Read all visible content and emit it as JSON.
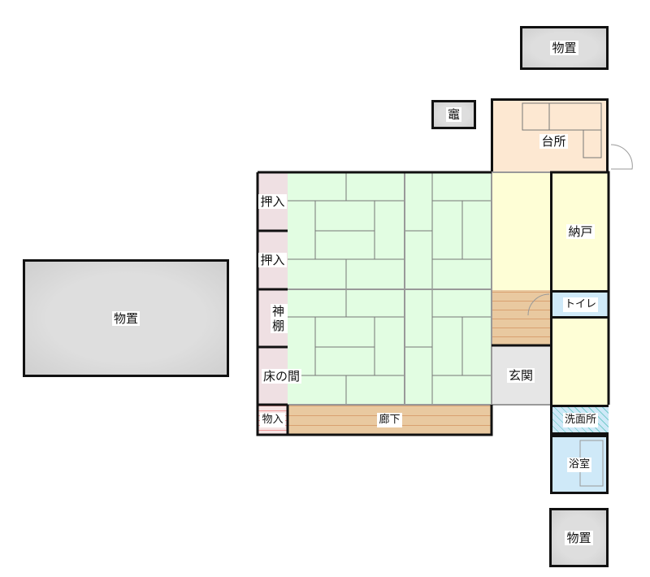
{
  "rooms": {
    "storage_top": "物置",
    "kamado": "竈",
    "kitchen": "台所",
    "closet1": "押入",
    "closet2": "押入",
    "kamidana": "神棚",
    "tokonoma": "床の間",
    "storage_small": "物入",
    "hallway": "廊下",
    "nando": "納戸",
    "toilet": "トイレ",
    "entrance": "玄関",
    "washroom": "洗面所",
    "bathroom": "浴室",
    "storage_left": "物置",
    "storage_bottom": "物置"
  },
  "colors": {
    "tatami": "#e2fde2",
    "kitchen": "#fde8d2",
    "corridor": "#fefed6",
    "wood": "#e9c9a0",
    "closet": "#efe0e3",
    "wet": "#cfe9f8",
    "entrance": "#e6e6e6"
  }
}
